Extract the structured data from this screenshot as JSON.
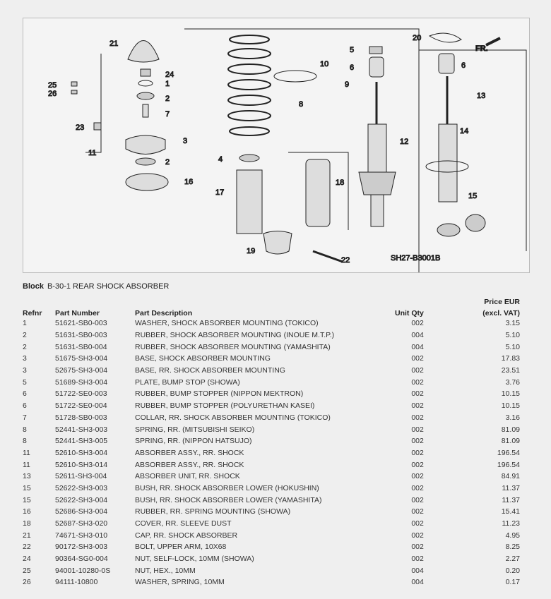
{
  "diagram": {
    "code": "SH27-B3001B",
    "direction": "FR.",
    "callouts": [
      "21",
      "24",
      "1",
      "25",
      "26",
      "2",
      "7",
      "23",
      "3",
      "11",
      "2",
      "16",
      "4",
      "17",
      "8",
      "10",
      "9",
      "19",
      "18",
      "22",
      "5",
      "6",
      "12",
      "20",
      "6",
      "13",
      "14",
      "15"
    ]
  },
  "block": {
    "label": "Block",
    "value": "B-30-1 REAR SHOCK ABSORBER"
  },
  "table": {
    "headers": {
      "refnr": "Refnr",
      "part_number": "Part Number",
      "description": "Part Description",
      "unit_qty": "Unit Qty",
      "price_line1": "Price EUR",
      "price_line2": "(excl. VAT)"
    },
    "rows": [
      [
        "1",
        "51621-SB0-003",
        "WASHER, SHOCK ABSORBER MOUNTING (TOKICO)",
        "002",
        "3.15"
      ],
      [
        "2",
        "51631-SB0-003",
        "RUBBER, SHOCK ABSORBER MOUNTING (INOUE M.T.P.)",
        "004",
        "5.10"
      ],
      [
        "2",
        "51631-SB0-004",
        "RUBBER, SHOCK ABSORBER MOUNTING (YAMASHITA)",
        "004",
        "5.10"
      ],
      [
        "3",
        "51675-SH3-004",
        "BASE, SHOCK ABSORBER MOUNTING",
        "002",
        "17.83"
      ],
      [
        "3",
        "52675-SH3-004",
        "BASE, RR. SHOCK ABSORBER MOUNTING",
        "002",
        "23.51"
      ],
      [
        "5",
        "51689-SH3-004",
        "PLATE, BUMP STOP (SHOWA)",
        "002",
        "3.76"
      ],
      [
        "6",
        "51722-SE0-003",
        "RUBBER, BUMP STOPPER (NIPPON MEKTRON)",
        "002",
        "10.15"
      ],
      [
        "6",
        "51722-SE0-004",
        "RUBBER, BUMP STOPPER (POLYURETHAN KASEI)",
        "002",
        "10.15"
      ],
      [
        "7",
        "51728-SB0-003",
        "COLLAR, RR. SHOCK ABSORBER MOUNTING (TOKICO)",
        "002",
        "3.16"
      ],
      [
        "8",
        "52441-SH3-003",
        "SPRING, RR. (MITSUBISHI SEIKO)",
        "002",
        "81.09"
      ],
      [
        "8",
        "52441-SH3-005",
        "SPRING, RR. (NIPPON HATSUJO)",
        "002",
        "81.09"
      ],
      [
        "11",
        "52610-SH3-004",
        "ABSORBER ASSY., RR. SHOCK",
        "002",
        "196.54"
      ],
      [
        "11",
        "52610-SH3-014",
        "ABSORBER ASSY., RR. SHOCK",
        "002",
        "196.54"
      ],
      [
        "13",
        "52611-SH3-004",
        "ABSORBER UNIT, RR. SHOCK",
        "002",
        "84.91"
      ],
      [
        "15",
        "52622-SH3-003",
        "BUSH, RR. SHOCK ABSORBER LOWER (HOKUSHIN)",
        "002",
        "11.37"
      ],
      [
        "15",
        "52622-SH3-004",
        "BUSH, RR. SHOCK ABSORBER LOWER (YAMASHITA)",
        "002",
        "11.37"
      ],
      [
        "16",
        "52686-SH3-004",
        "RUBBER, RR. SPRING MOUNTING (SHOWA)",
        "002",
        "15.41"
      ],
      [
        "18",
        "52687-SH3-020",
        "COVER, RR. SLEEVE DUST",
        "002",
        "11.23"
      ],
      [
        "21",
        "74671-SH3-010",
        "CAP, RR. SHOCK ABSORBER",
        "002",
        "4.95"
      ],
      [
        "22",
        "90172-SH3-003",
        "BOLT, UPPER ARM, 10X68",
        "002",
        "8.25"
      ],
      [
        "24",
        "90364-SG0-004",
        "NUT, SELF-LOCK, 10MM (SHOWA)",
        "002",
        "2.27"
      ],
      [
        "25",
        "94001-10280-0S",
        "NUT, HEX., 10MM",
        "004",
        "0.20"
      ],
      [
        "26",
        "94111-10800",
        "WASHER, SPRING, 10MM",
        "004",
        "0.17"
      ]
    ]
  }
}
